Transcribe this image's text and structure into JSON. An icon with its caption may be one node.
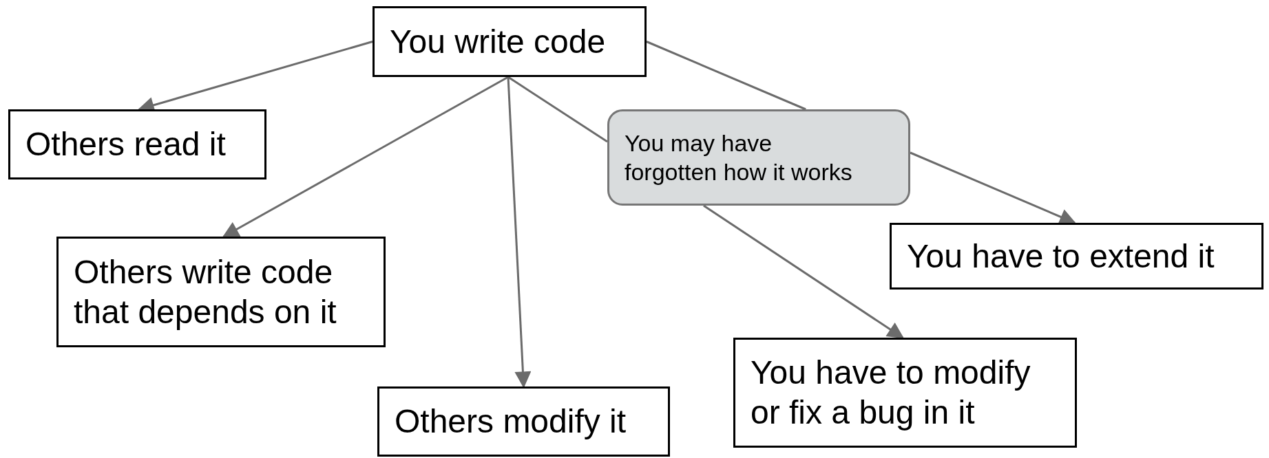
{
  "diagram": {
    "nodes": [
      {
        "text": [
          "You write code"
        ]
      },
      {
        "text": [
          "Others read it"
        ]
      },
      {
        "text": [
          "Others write code that depends on it"
        ]
      },
      {
        "text": [
          "You may have forgotten how it works"
        ]
      },
      {
        "text": [
          "Others modify it"
        ]
      },
      {
        "text": [
          "You have to extend it"
        ]
      },
      {
        "text": [
          "You have to modify or fix a bug in it"
        ]
      }
    ],
    "edges": [
      {
        "from": 0,
        "to": 1,
        "arrow": "to"
      },
      {
        "from": 0,
        "to": 2,
        "arrow": "to"
      },
      {
        "from": 0,
        "to": 4,
        "arrow": "to"
      },
      {
        "from": 0,
        "to": 3,
        "arrow": "none"
      },
      {
        "from": 3,
        "to": 6,
        "arrow": "to"
      },
      {
        "from": 0,
        "to": 3,
        "arrow": "none"
      },
      {
        "from": 3,
        "to": 5,
        "arrow": "to"
      }
    ]
  }
}
